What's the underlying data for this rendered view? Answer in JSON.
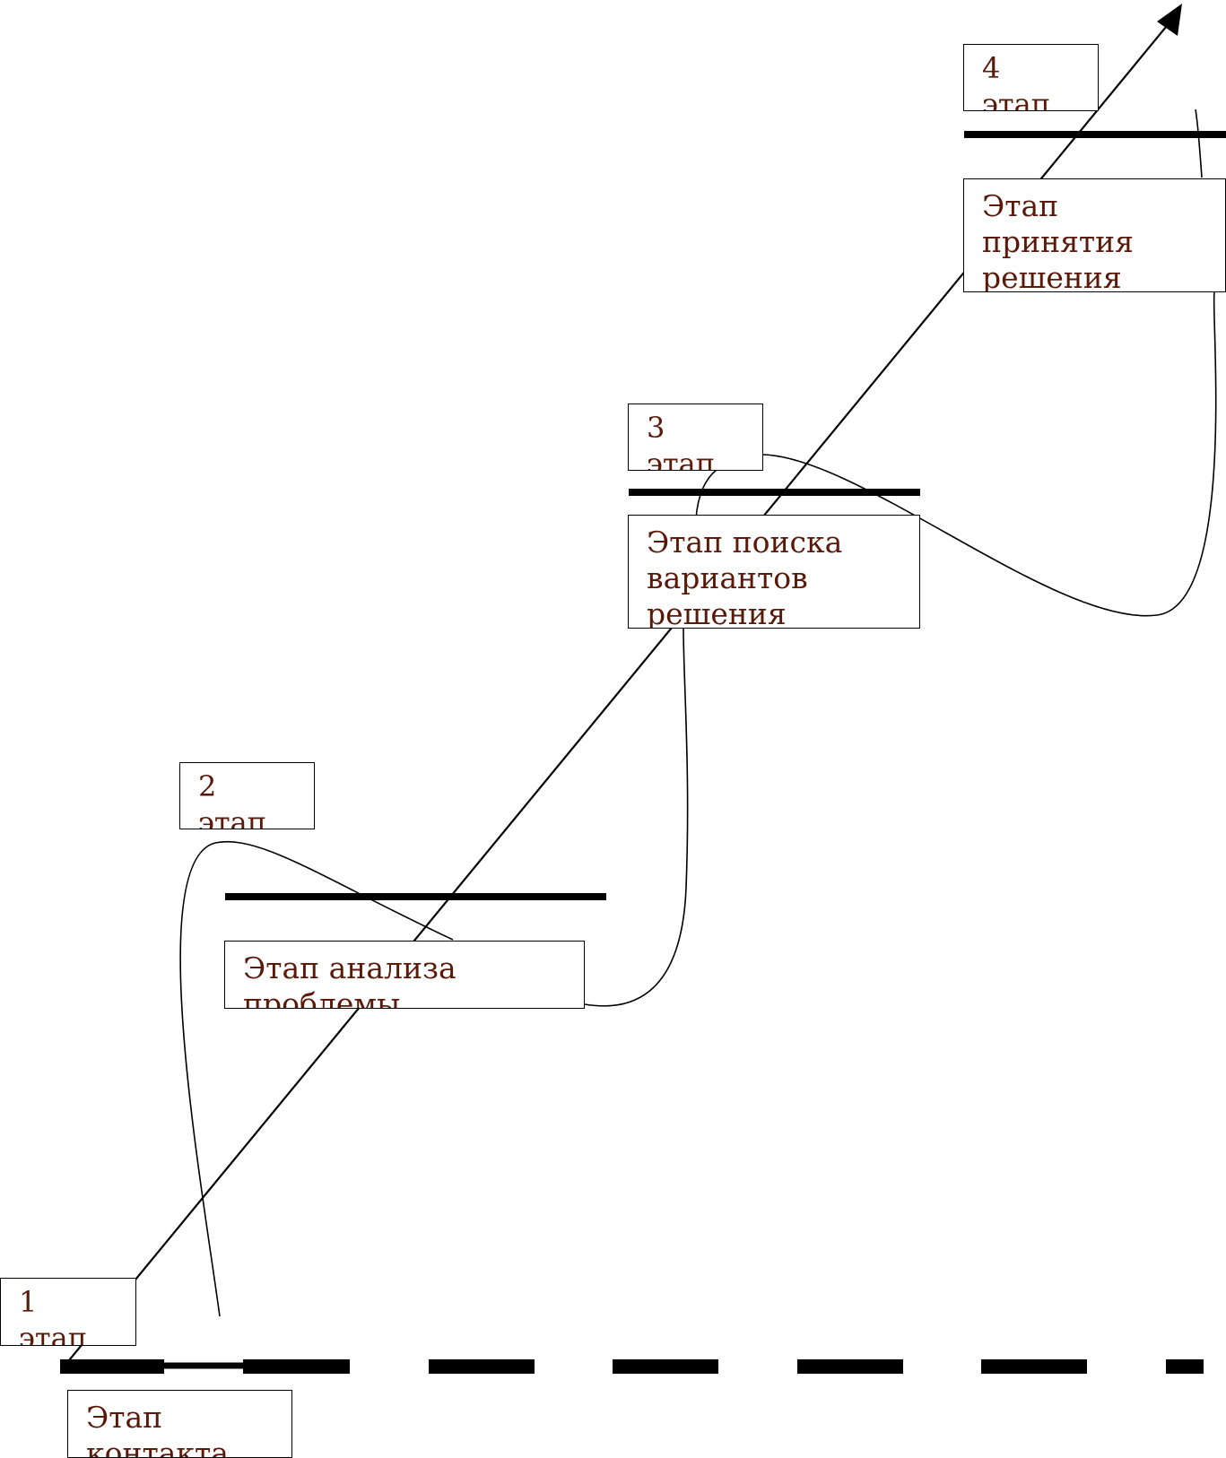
{
  "colors": {
    "text": "#5a1a0a",
    "lines": "#000000",
    "background": "#ffffff"
  },
  "steps": [
    {
      "number": "1",
      "caption_fragment": "этап"
    },
    {
      "number": "2",
      "caption_fragment": "этап"
    },
    {
      "number": "3",
      "caption_fragment": "этап"
    },
    {
      "number": "4",
      "caption_fragment": "этап"
    }
  ],
  "stages": [
    {
      "lines": [
        "Этап",
        "контакта"
      ]
    },
    {
      "lines": [
        "Этап анализа",
        "проблемы"
      ]
    },
    {
      "lines": [
        "Этап поиска",
        "вариантов",
        "решения"
      ]
    },
    {
      "lines": [
        "Этап",
        "принятия",
        "решения"
      ]
    }
  ]
}
